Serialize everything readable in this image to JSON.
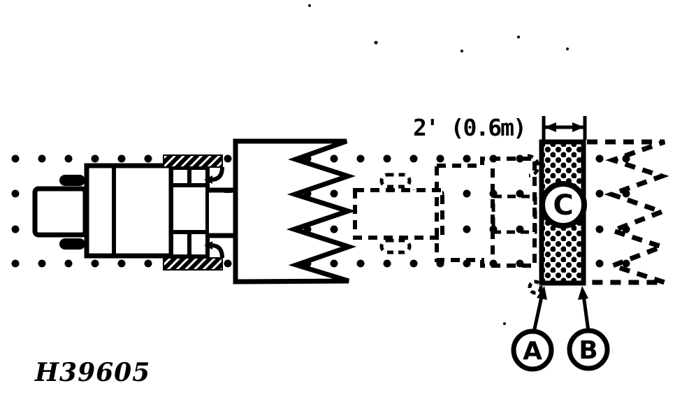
{
  "figure": {
    "figure_number": "H39605",
    "dimension": {
      "label": "2' (0.6m)"
    },
    "callouts": {
      "a": "A",
      "b": "B",
      "c": "C"
    },
    "colors": {
      "ink": "#000000",
      "paper": "#ffffff"
    }
  }
}
